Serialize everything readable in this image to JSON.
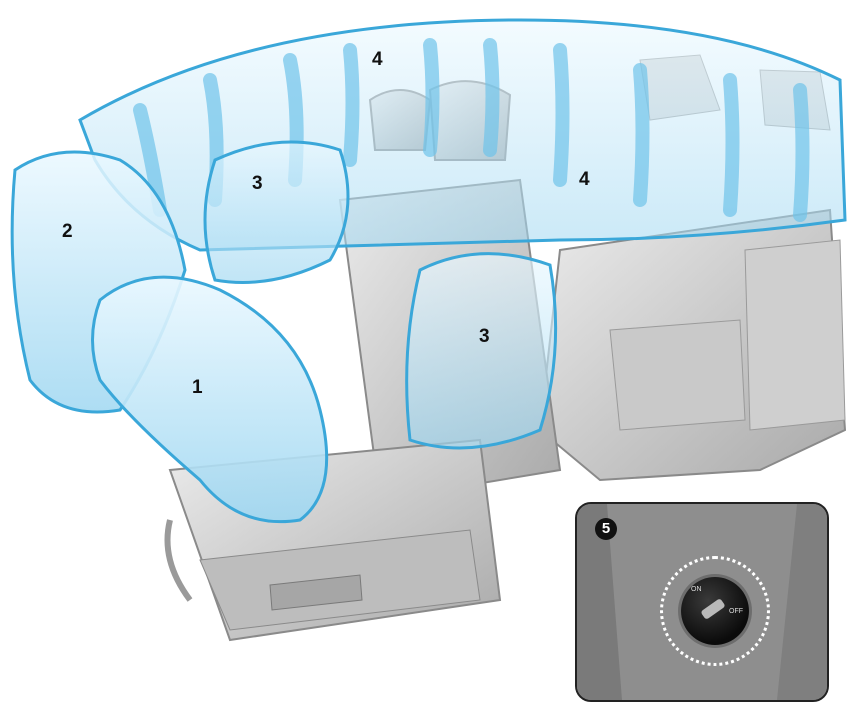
{
  "callouts": {
    "c1": "1",
    "c2": "2",
    "c3a": "3",
    "c3b": "3",
    "c4a": "4",
    "c4b": "4"
  },
  "inset": {
    "badge": "5",
    "switch_on_label": "ON",
    "switch_off_label": "OFF"
  },
  "colors": {
    "airbag_fill": "#bfe6f7",
    "airbag_edge": "#3aa7d9",
    "seat": "#d7d7d7",
    "inset_bg": "#8e8e8e"
  }
}
